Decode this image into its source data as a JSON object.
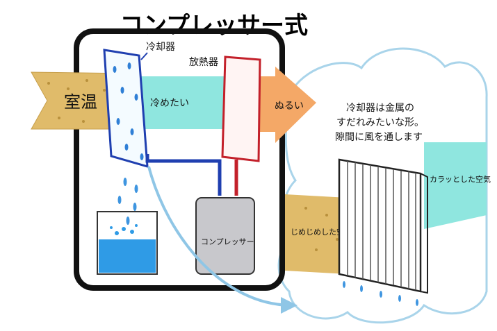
{
  "title": "コンプレッサー式",
  "labels": {
    "cooler": "冷却器",
    "radiator": "放熱器",
    "room_temp": "室温",
    "cold": "冷めたい",
    "lukewarm": "ぬるい",
    "compressor": "コンプレッサー",
    "humid_air": "じめじめした空気",
    "dry_air": "カラッとした空気"
  },
  "note": {
    "line1": "冷却器は金属の",
    "line2": "すだれみたいな形。",
    "line3": "隙間に風を通します"
  },
  "colors": {
    "room_temp": "#e0bb6a",
    "cold": "#8fe6df",
    "lukewarm": "#f4a867",
    "water": "#2f9be6",
    "cooler_frame": "#1f3fb0",
    "radiator_frame": "#c3202a",
    "compressor_body": "#c8c8cc",
    "cloud_edge": "#a9d4ea",
    "drop": "#5aa8e0"
  }
}
